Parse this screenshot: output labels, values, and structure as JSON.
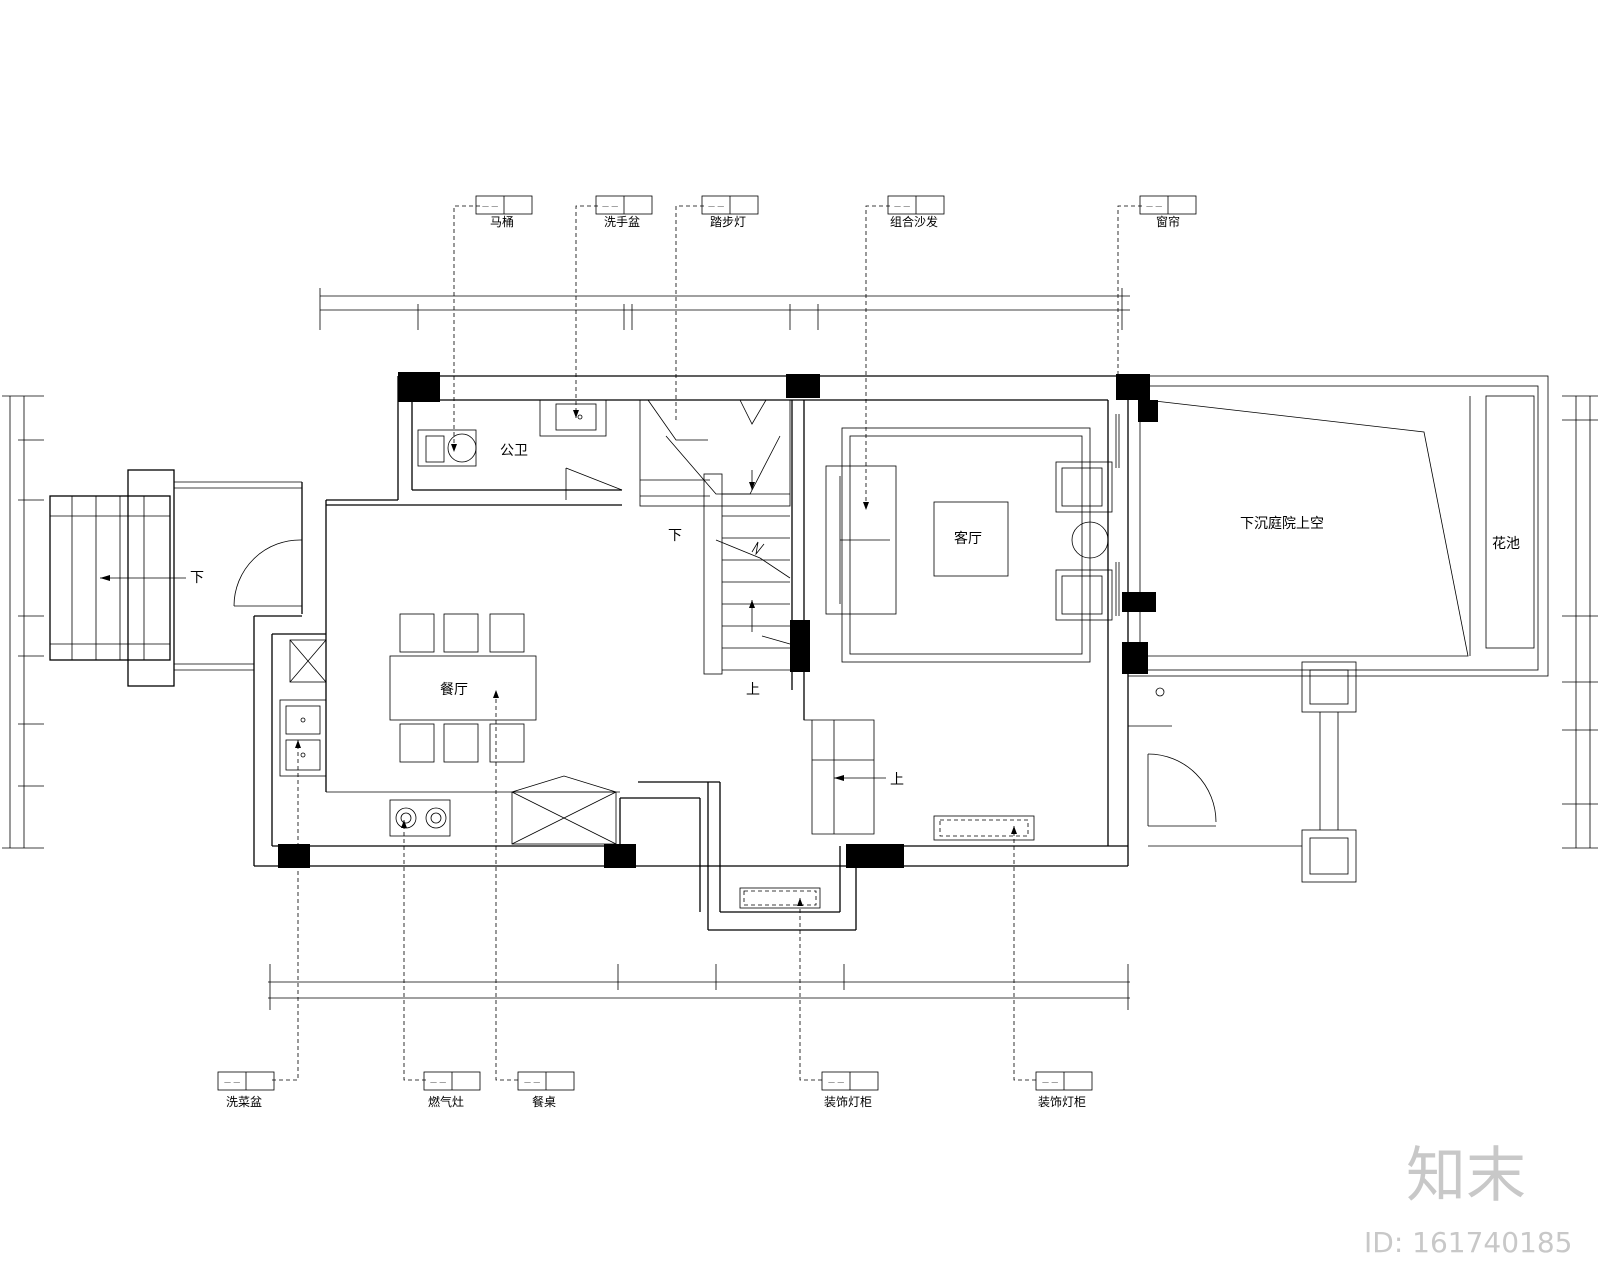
{
  "tags_top": [
    "马桶",
    "洗手盆",
    "踏步灯",
    "组合沙发",
    "窗帘"
  ],
  "tags_bottom": [
    "洗菜盆",
    "燃气灶",
    "餐桌",
    "装饰灯柜",
    "装饰灯柜"
  ],
  "tag_box_text": "— —",
  "rooms": {
    "living": "客厅",
    "dining": "餐厅",
    "wc": "公卫",
    "sunken_courtyard": "下沉庭院上空",
    "planter": "花池"
  },
  "stair_marks": {
    "down_left": "下",
    "down_stair": "下",
    "up_stair": "上",
    "up_lower": "上"
  },
  "watermark": {
    "logo": "知末",
    "id_text": "ID: 161740185"
  }
}
